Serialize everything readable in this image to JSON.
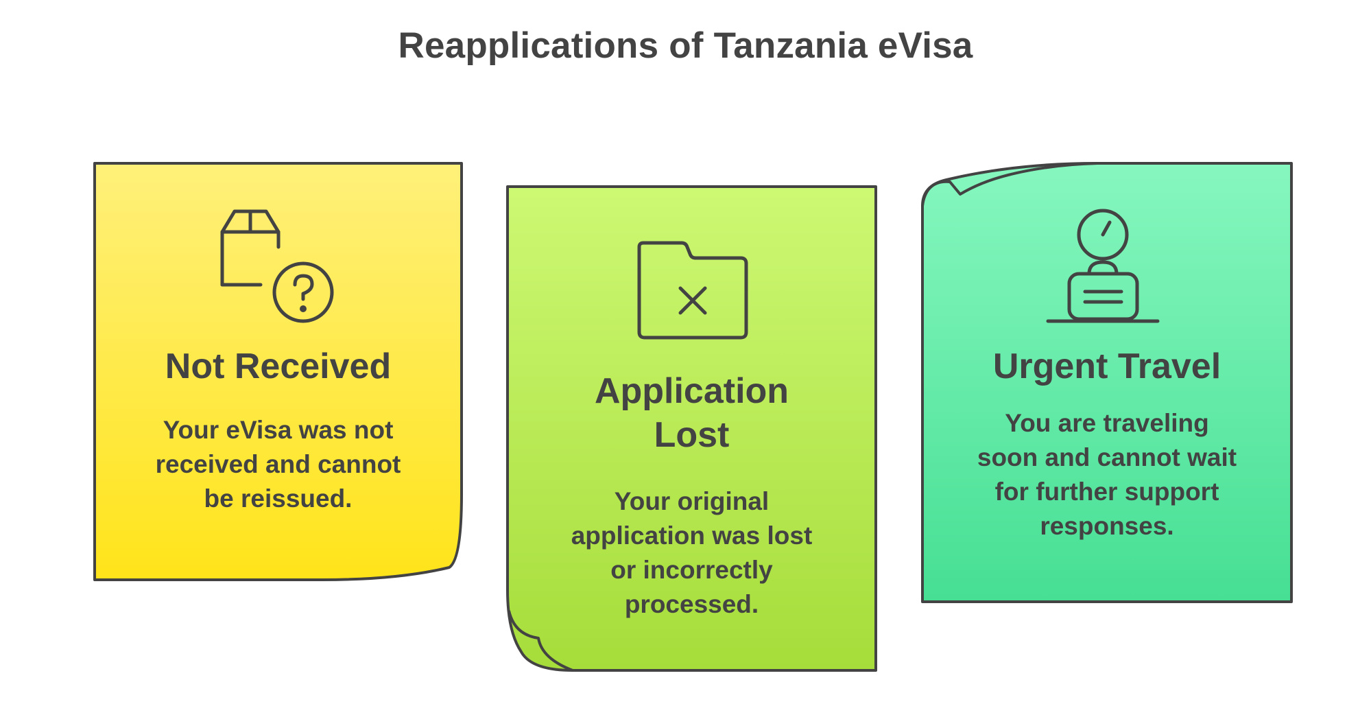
{
  "title": "Reapplications of Tanzania eVisa",
  "colors": {
    "outline": "#434343",
    "card1_top": "#fff07a",
    "card1_bottom": "#ffe41a",
    "card2_top": "#cdf873",
    "card2_bottom": "#a6dd3a",
    "card3_top": "#86f7bf",
    "card3_bottom": "#46df93"
  },
  "cards": [
    {
      "icon": "box-question-icon",
      "title": "Not Received",
      "description": "Your eVisa was not received and cannot be reissued."
    },
    {
      "icon": "folder-x-icon",
      "title": "Application Lost",
      "description": "Your original application was lost or incorrectly processed."
    },
    {
      "icon": "clock-person-desk-icon",
      "title": "Urgent Travel",
      "description": "You are traveling soon and cannot wait for further support responses."
    }
  ]
}
